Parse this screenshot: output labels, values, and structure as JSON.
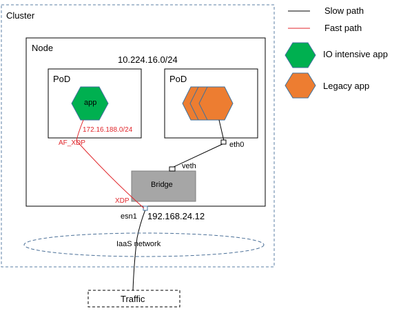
{
  "labels": {
    "cluster": "Cluster",
    "node": "Node",
    "node_cidr": "10.224.16.0/24",
    "pod_left": "PoD",
    "pod_right": "PoD",
    "app": "app",
    "pod_ip": "172.16.188.0/24",
    "af_xdp": "AF_XDP",
    "eth0": "eth0",
    "veth": "veth",
    "bridge": "Bridge",
    "xdp": "XDP",
    "esn1": "esn1",
    "host_ip": "192.168.24.12",
    "iaas": "IaaS network",
    "traffic": "Traffic"
  },
  "legend": {
    "slow": "Slow path",
    "fast": "Fast  path",
    "io_app": "IO intensive app",
    "legacy_app": "Legacy app"
  },
  "colors": {
    "cluster_border": "#5b7fa6",
    "green": "#00b050",
    "orange": "#ed7d31",
    "red_path": "#e0262b",
    "bridge_fill": "#a6a6a6",
    "ellipse_border": "#4a6f97"
  }
}
